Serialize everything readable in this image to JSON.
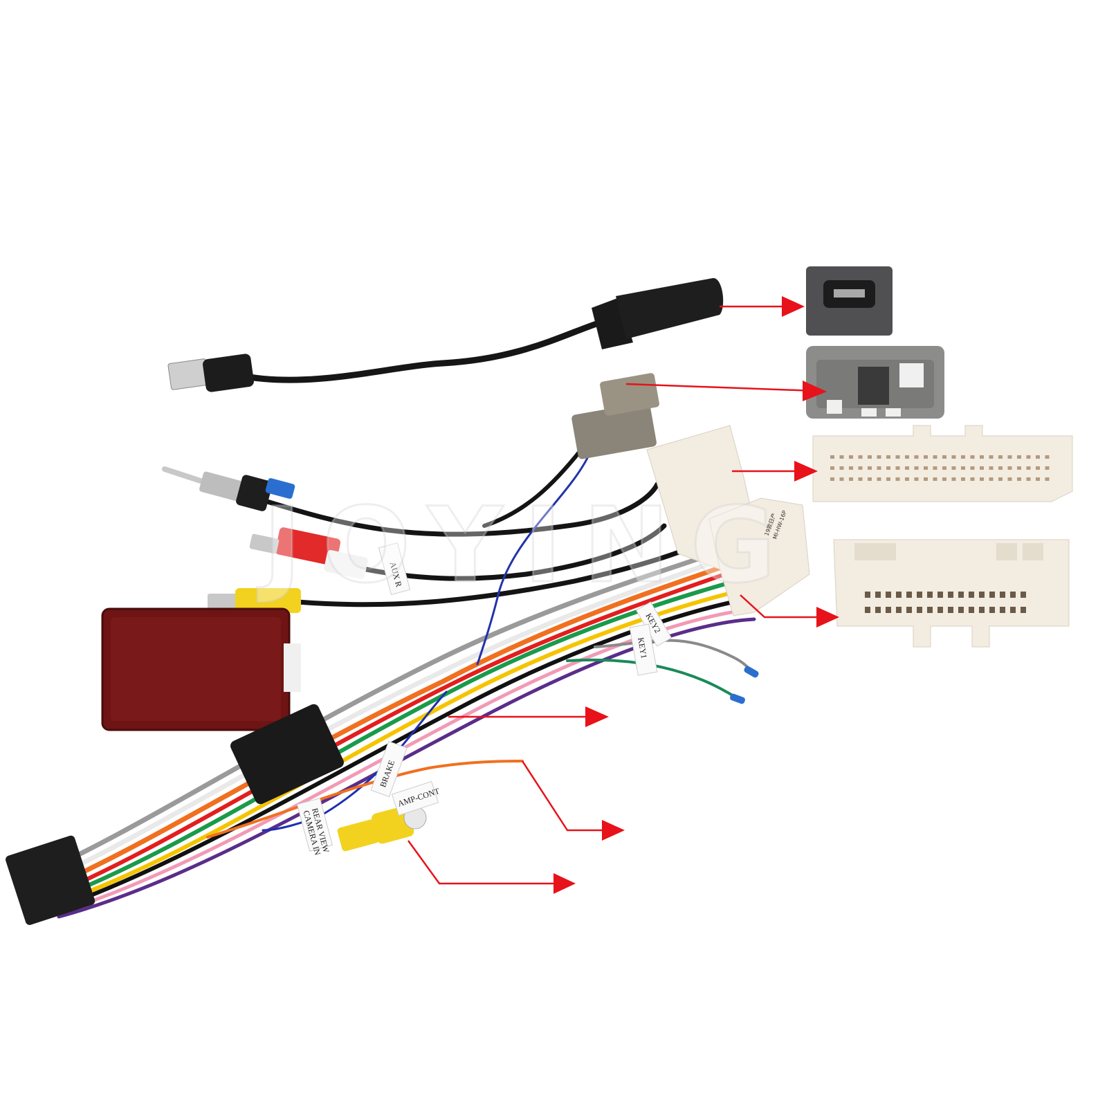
{
  "watermark": "JOYING",
  "wire_labels": {
    "aux_r": "AUX R",
    "key2": "KEY2",
    "key1": "KEY1",
    "brake": "BRAKE",
    "amp_cont": "AMP-CONT",
    "rear_view_camera_in_line1": "REAR VIEW",
    "rear_view_camera_in_line2": "CAMERA IN"
  },
  "connector_labels": {
    "part_line1": "19款日产",
    "part_line2": "MI-HW-16P"
  },
  "colors": {
    "arrow": "#e8121a",
    "connector_white": "#f3ece1",
    "connector_grey": "#8c8c8a",
    "canbus_box": "#6e1414",
    "cable_black": "#141414"
  },
  "icons": [
    "usb-plug-icon",
    "antenna-plug-icon",
    "rca-plug-icon",
    "arrow-icon"
  ]
}
